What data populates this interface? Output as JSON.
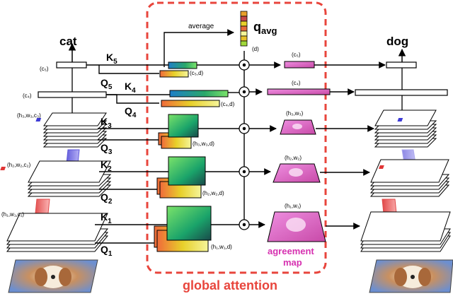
{
  "labels": {
    "input_class": "cat",
    "output_class": "dog",
    "average": "average",
    "qavg_main": "q",
    "qavg_sub": "avg",
    "d_top": "(d)",
    "global_attention": "global attention",
    "agreement": "agreement",
    "map": "map"
  },
  "keys": {
    "k5_main": "K",
    "k5_sub": "5",
    "k4_main": "K",
    "k4_sub": "4",
    "k3_main": "K",
    "k3_sub": "3",
    "k2_main": "K",
    "k2_sub": "2",
    "k1_main": "K",
    "k1_sub": "1"
  },
  "queries": {
    "q5_main": "Q",
    "q5_sub": "5",
    "q4_main": "Q",
    "q4_sub": "4",
    "q3_main": "Q",
    "q3_sub": "3",
    "q2_main": "Q",
    "q2_sub": "2",
    "q1_main": "Q",
    "q1_sub": "1"
  },
  "dims": {
    "left_c5": "(c₅)",
    "left_c4": "(c₄)",
    "left_l3": "(h₃,w₃,c₃)",
    "left_l2": "(h₂,w₂,c₂)",
    "left_l1": "(h₁,w₁,c₁)",
    "mid_c5d": "(c₅,d)",
    "mid_c4d": "(c₄,d)",
    "mid_l3d": "(h₃,w₃,d)",
    "mid_l2d": "(h₂,w₂,d)",
    "mid_l1d": "(h₁,w₁,d)",
    "right_c5": "(c₅)",
    "right_c4": "(c₄)",
    "right_l3": "(h₃,w₃)",
    "right_l2": "(h₂,w₂)",
    "right_l1": "(h₁,w₁)"
  },
  "colors": {
    "dashed_border": "#e8453c",
    "agreement": "#d631b0",
    "query_blue": "#7b73e6",
    "query_red": "#f07878"
  }
}
